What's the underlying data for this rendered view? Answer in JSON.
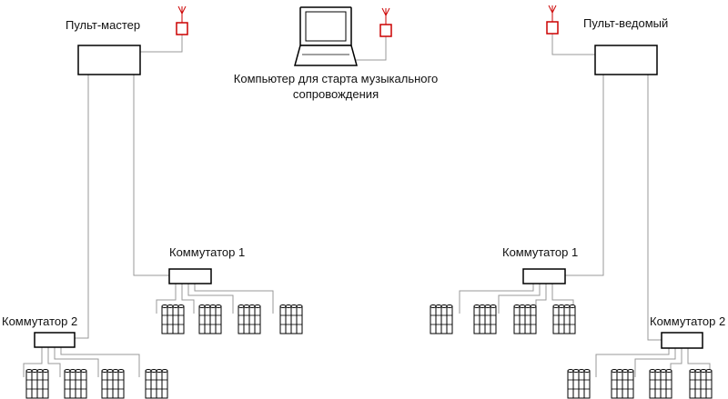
{
  "labels": {
    "master": "Пульт-мастер",
    "slave": "Пульт-ведомый",
    "computer_line1": "Компьютер для старта музыкального",
    "computer_line2": "сопровождения",
    "switch1_left": "Коммутатор 1",
    "switch2_left": "Коммутатор 2",
    "switch1_right": "Коммутатор 1",
    "switch2_right": "Коммутатор 2"
  },
  "colors": {
    "line": "#000000",
    "wire": "#999999",
    "antenna": "#cc0000",
    "text": "#111111"
  },
  "icons": {
    "antenna": "antenna-icon",
    "laptop": "laptop-icon",
    "pyro_cluster": "pyro-tube-cluster-icon"
  }
}
